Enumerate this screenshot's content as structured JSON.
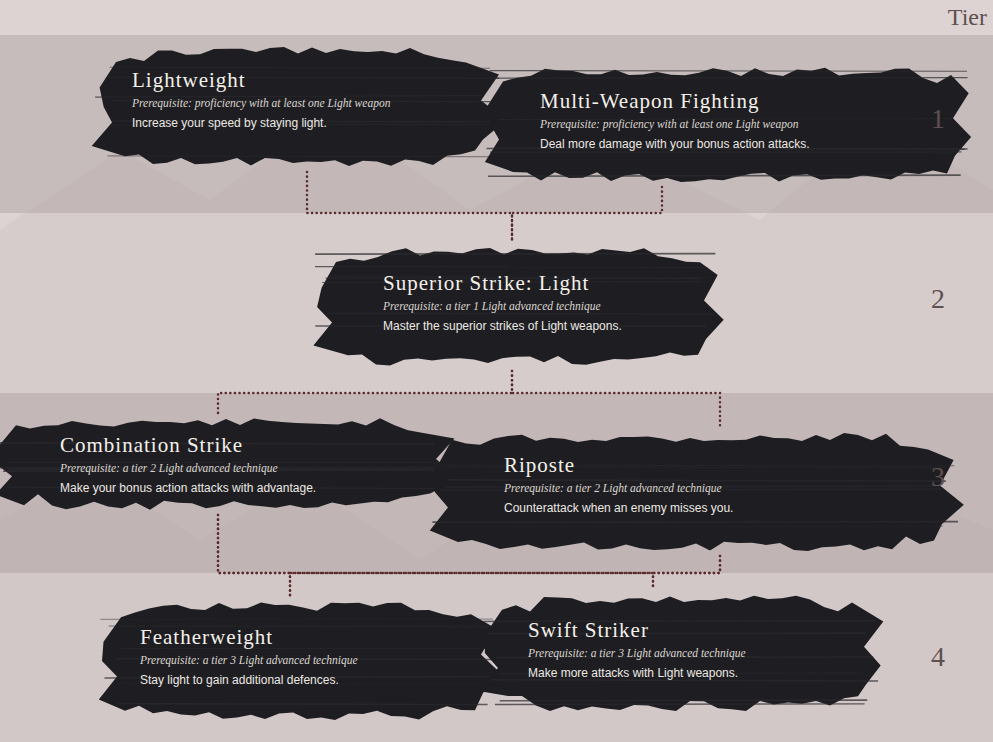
{
  "diagram": {
    "nodes": [
      {
        "text": [
          "Lightweight",
          "Prerequisite: proficiency with at least one Light weapon",
          "Increase your speed by staying light."
        ]
      },
      {
        "text": [
          "Multi-Weapon Fighting",
          "Prerequisite: proficiency with at least one Light weapon",
          "Deal more damage with your bonus action attacks."
        ]
      },
      {
        "text": [
          "Superior Strike: Light",
          "Prerequisite: a tier 1 Light advanced technique",
          "Master the superior strikes of Light weapons."
        ]
      },
      {
        "text": [
          "Combination Strike",
          "Prerequisite: a tier 2 Light advanced technique",
          "Make your bonus action attacks with advantage."
        ]
      },
      {
        "text": [
          "Riposte",
          "Prerequisite: a tier 2 Light advanced technique",
          "Counterattack when an enemy misses you."
        ]
      },
      {
        "text": [
          "Featherweight",
          "Prerequisite: a tier 3 Light advanced technique",
          "Stay light to gain additional defences."
        ]
      },
      {
        "text": [
          "Swift Striker",
          "Prerequisite: a tier 3 Light advanced technique",
          "Make more attacks with Light weapons."
        ]
      }
    ],
    "edges": [
      {
        "from": 0,
        "to": 2,
        "arrow": "none"
      },
      {
        "from": 1,
        "to": 2,
        "arrow": "none"
      },
      {
        "from": 2,
        "to": 3,
        "arrow": "none"
      },
      {
        "from": 2,
        "to": 4,
        "arrow": "none"
      },
      {
        "from": 3,
        "to": 5,
        "arrow": "none"
      },
      {
        "from": 3,
        "to": 6,
        "arrow": "none"
      },
      {
        "from": 4,
        "to": 5,
        "arrow": "none"
      },
      {
        "from": 4,
        "to": 6,
        "arrow": "none"
      }
    ],
    "labels": [
      "Tier",
      "1",
      "2",
      "3",
      "4"
    ]
  }
}
